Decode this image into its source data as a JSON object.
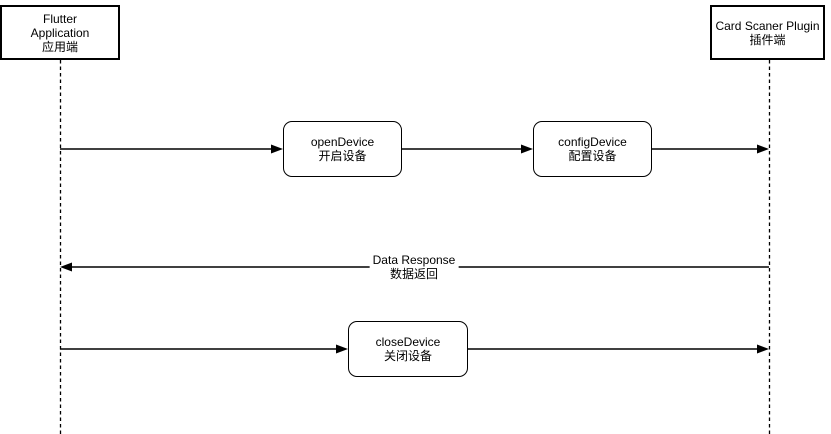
{
  "diagram": {
    "type": "sequence-flow",
    "background_color": "#ffffff",
    "line_color": "#000000",
    "shape_fill_color": "#ffffff",
    "actors": [
      {
        "title": "Flutter Application",
        "subtitle": "应用端"
      },
      {
        "title": "Card Scaner Plugin",
        "subtitle": "插件端"
      }
    ],
    "steps": [
      {
        "title": "openDevice",
        "subtitle": "开启设备"
      },
      {
        "title": "configDevice",
        "subtitle": "配置设备"
      },
      {
        "title": "closeDevice",
        "subtitle": "关闭设备"
      }
    ],
    "response": {
      "title": "Data Response",
      "subtitle": "数据返回"
    }
  }
}
